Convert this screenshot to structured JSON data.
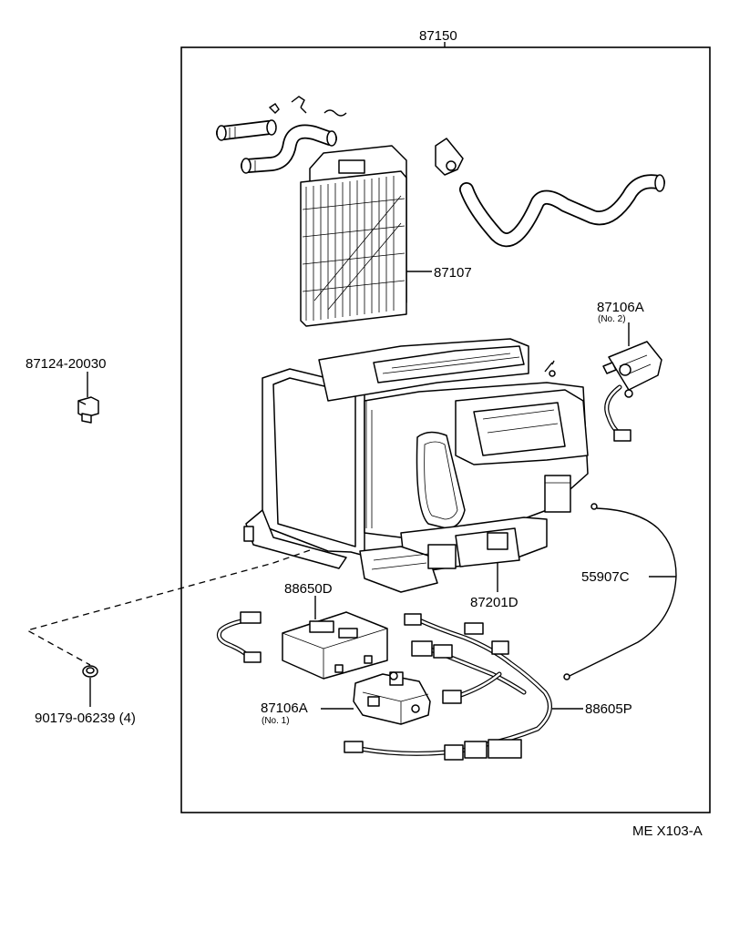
{
  "labels": {
    "assembly": "87150",
    "heater_core": "87107",
    "servo_motor_no2": "87106A",
    "servo_motor_no2_sub": "(No. 2)",
    "clip_left": "87124-20030",
    "amplifier": "88650D",
    "blower_case": "87201D",
    "control_cable": "55907C",
    "servo_motor_no1": "87106A",
    "servo_motor_no1_sub": "(No. 1)",
    "wire_harness": "88605P",
    "nut": "90179-06239 (4)",
    "figure_code": "ME X103-A"
  }
}
